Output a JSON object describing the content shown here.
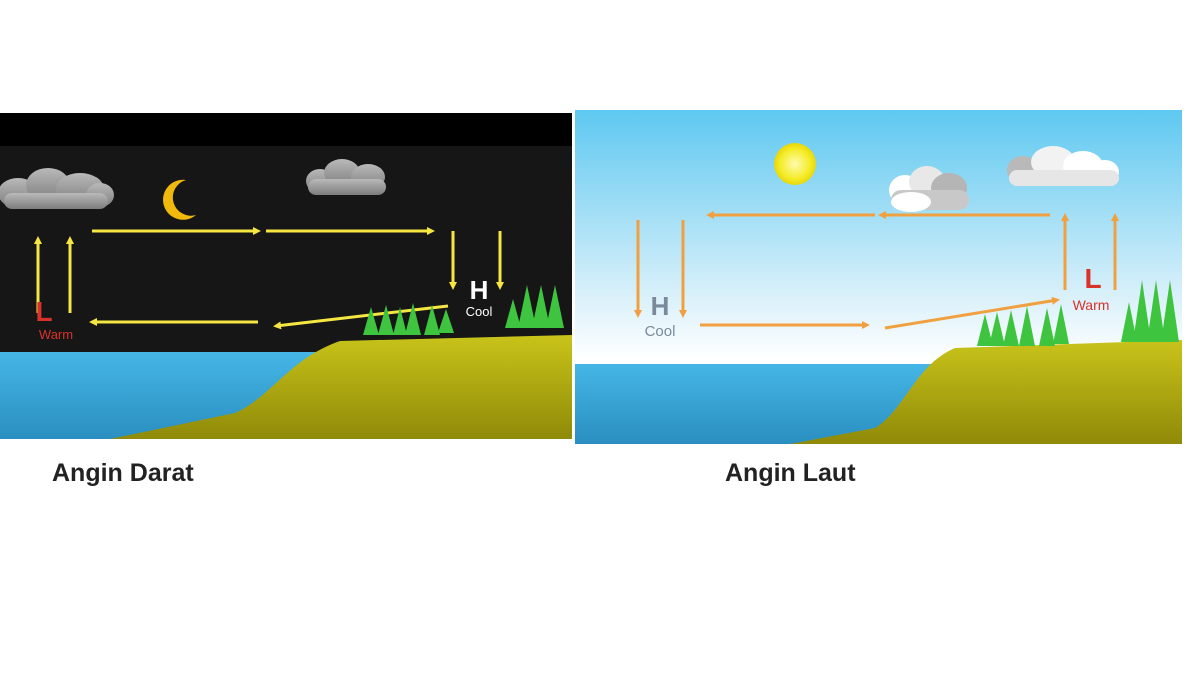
{
  "land_breeze": {
    "caption": "Angin Darat",
    "low_label": "L",
    "low_sub": "Warm",
    "high_label": "H",
    "high_sub": "Cool",
    "arrow_color": "#f5e642",
    "sky_color": "#141414",
    "icons": [
      "moon-icon",
      "cloud-icon",
      "tree-icon"
    ]
  },
  "sea_breeze": {
    "caption": "Angin Laut",
    "low_label": "L",
    "low_sub": "Warm",
    "high_label": "H",
    "high_sub": "Cool",
    "arrow_color": "#f0a040",
    "sky_color": "#5ec8f0",
    "icons": [
      "sun-icon",
      "cloud-icon",
      "tree-icon"
    ]
  },
  "colors": {
    "sea": "#3aa8d8",
    "land": "#b6b20e",
    "trees": "#3fc43f",
    "low_label": "#d8322a"
  }
}
